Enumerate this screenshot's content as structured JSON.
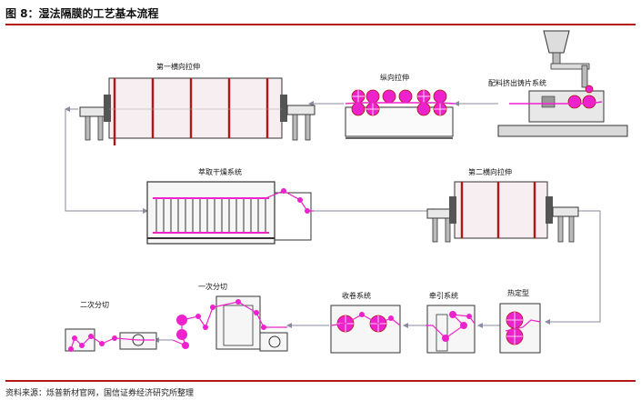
{
  "figure": {
    "title": "图 8：湿法隔膜的工艺基本流程",
    "source": "资料来源：烁普新材官网，国信证券经济研究所整理"
  },
  "stages": {
    "first_transverse": "第一横向拉伸",
    "longitudinal": "纵向拉伸",
    "extrusion": "配料挤出铸片系统",
    "extraction_drying": "萃取干燥系统",
    "second_transverse": "第二横向拉伸",
    "secondary_slitting": "二次分切",
    "primary_slitting": "一次分切",
    "winding": "收卷系统",
    "traction": "牵引系统",
    "heat_setting": "热定型"
  },
  "colors": {
    "accent": "#b01818",
    "film": "#ee22cc",
    "machine_line": "#333333",
    "oven_fill": "#f6eef0",
    "flow_arrow": "#8a8aa0"
  }
}
